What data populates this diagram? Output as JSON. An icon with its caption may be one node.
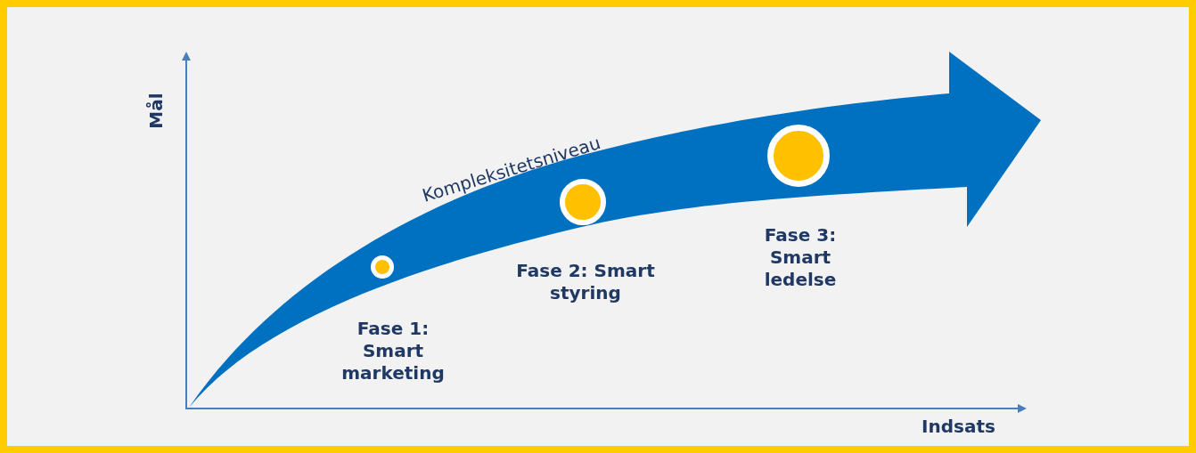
{
  "diagram": {
    "nodes": [
      {
        "text": [],
        "shape": "circle",
        "beside": [
          "Fase 1: Smart marketing"
        ]
      },
      {
        "text": [],
        "shape": "circle",
        "beside": [
          "Fase 2: Smart styring"
        ]
      },
      {
        "text": [],
        "shape": "circle",
        "beside": [
          "Fase 3: Smart ledelse"
        ]
      }
    ],
    "edges": [],
    "labels": [
      "Mål",
      "Kompleksitetsniveau",
      "Indsats"
    ]
  }
}
